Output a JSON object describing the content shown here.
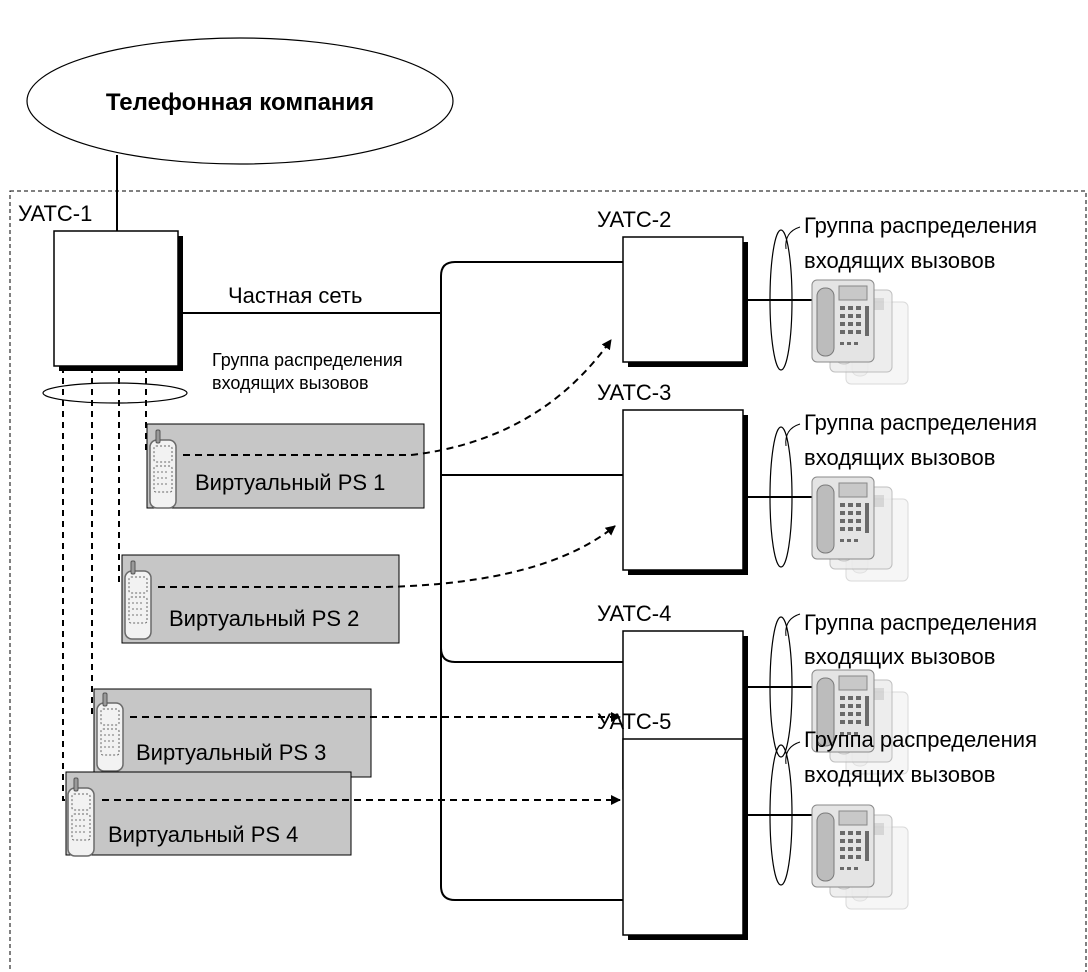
{
  "carrier": {
    "label": "Телефонная компания"
  },
  "pbx1": {
    "label": "УАТС-1"
  },
  "private_network": {
    "label": "Частная сеть"
  },
  "pbx1_group": {
    "line1": "Группа распределения",
    "line2": "входящих вызовов"
  },
  "virtual_ps": [
    {
      "label": "Виртуальный PS 1"
    },
    {
      "label": "Виртуальный PS 2"
    },
    {
      "label": "Виртуальный PS 3"
    },
    {
      "label": "Виртуальный PS 4"
    }
  ],
  "remote_pbx": [
    {
      "label": "УАТС-2",
      "group_line1": "Группа распределения",
      "group_line2": "входящих вызовов"
    },
    {
      "label": "УАТС-3",
      "group_line1": "Группа распределения",
      "group_line2": "входящих вызовов"
    },
    {
      "label": "УАТС-4",
      "group_line1": "Группа распределения",
      "group_line2": "входящих вызовов"
    },
    {
      "label": "УАТС-5",
      "group_line1": "Группа распределения",
      "group_line2": "входящих вызовов"
    }
  ],
  "icons": {
    "handset": "cordless-handset-icon",
    "desk_phone": "desk-phone-stack-icon"
  },
  "colors": {
    "ps_box_fill": "#c6c6c6",
    "line": "#000000",
    "phone_gray": "#bdbdbd"
  }
}
